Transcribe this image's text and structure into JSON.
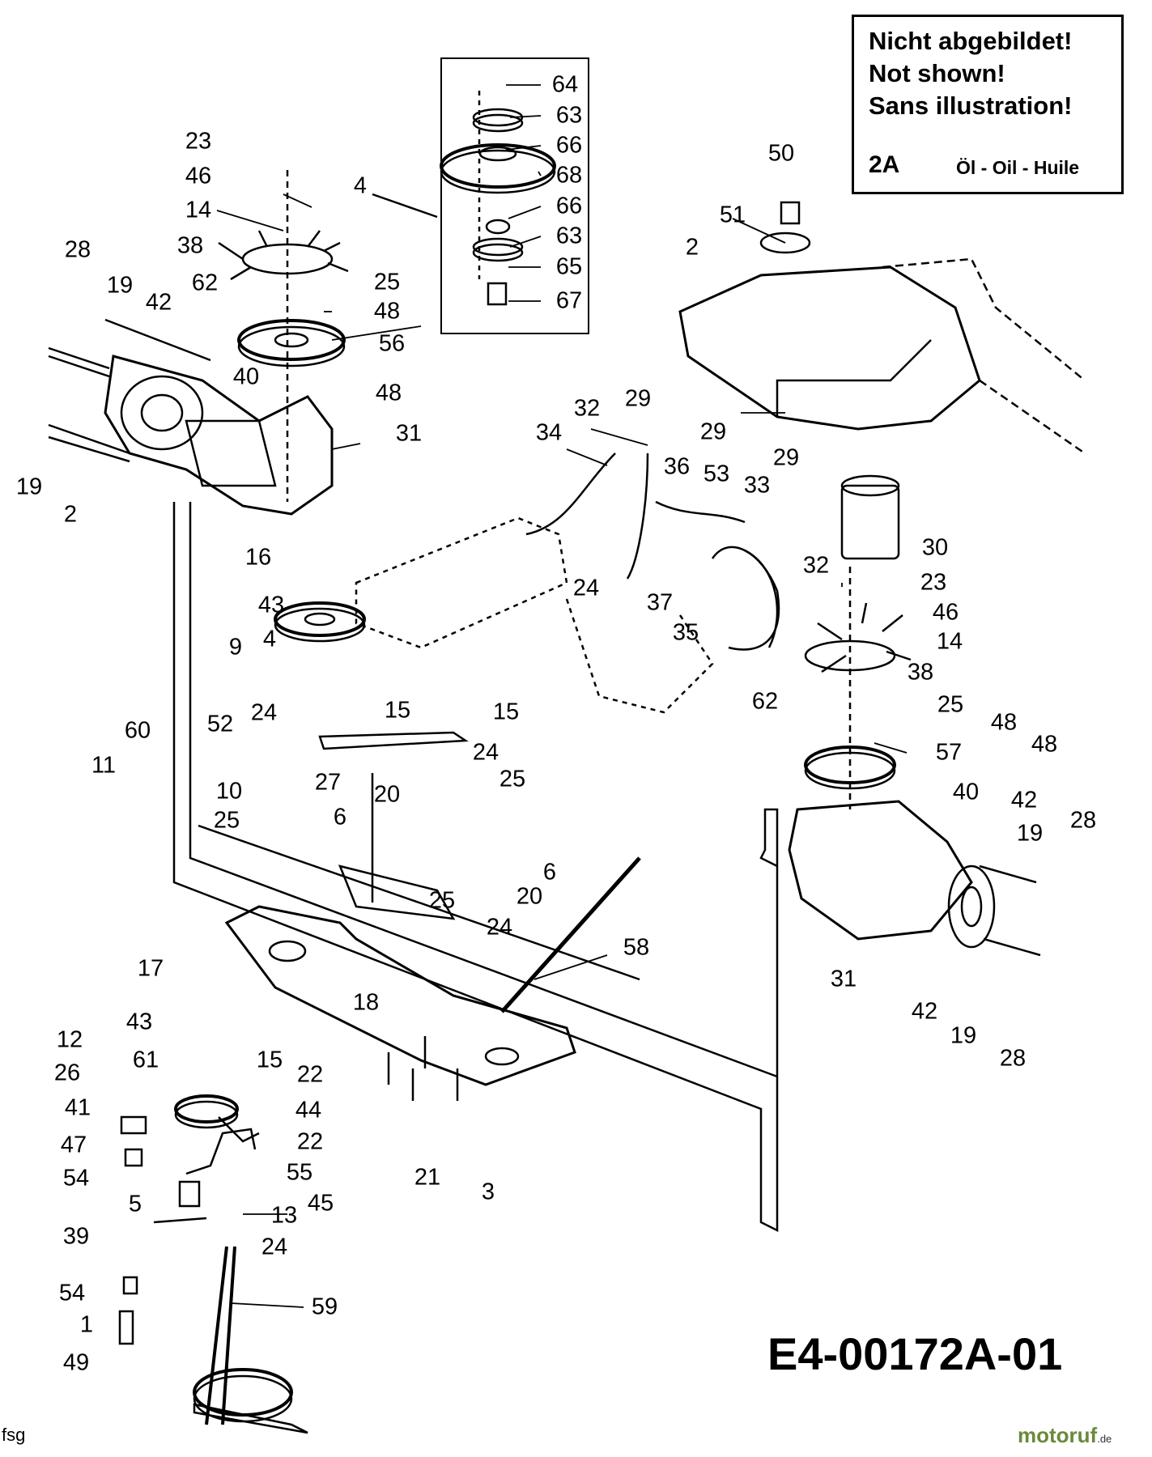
{
  "legend": {
    "line1": "Nicht abgebildet!",
    "line2": "Not shown!",
    "line3": "Sans illustration!",
    "code": "2A",
    "oil": "Öl - Oil - Huile"
  },
  "drawing_number": "E4-00172A-01",
  "artist_mark": "fsg",
  "site_mark": {
    "name": "motoruf",
    "tld": ".de"
  },
  "labels": {
    "c64": "64",
    "c63a": "63",
    "c66a": "66",
    "c68": "68",
    "c66b": "66",
    "c63b": "63",
    "c65": "65",
    "c67": "67",
    "l4a": "4",
    "l23a": "23",
    "l46a": "46",
    "l14a": "14",
    "l38a": "38",
    "l28a": "28",
    "l19a": "19",
    "l42a": "42",
    "l62a": "62",
    "l25a": "25",
    "l48a": "48",
    "l56": "56",
    "l40a": "40",
    "l48b": "48",
    "l31a": "31",
    "l19b": "19",
    "l2a": "2",
    "l50": "50",
    "l51": "51",
    "l2b": "2",
    "l32a": "32",
    "l29a": "29",
    "l29b": "29",
    "l34": "34",
    "l36": "36",
    "l53": "53",
    "l33": "33",
    "l29c": "29",
    "l30": "30",
    "l32b": "32",
    "l23b": "23",
    "l46b": "46",
    "l14b": "14",
    "l38b": "38",
    "l24a": "24",
    "l37": "37",
    "l35": "35",
    "l16": "16",
    "l43a": "43",
    "l4b": "4",
    "l9": "9",
    "l15a": "15",
    "l15b": "15",
    "l24b": "24",
    "l52": "52",
    "l60": "60",
    "l11": "11",
    "l27": "27",
    "l24c": "24",
    "l25b": "25",
    "l20a": "20",
    "l10": "10",
    "l25c": "25",
    "l6a": "6",
    "l6b": "6",
    "l20b": "20",
    "l25d": "25",
    "l62b": "62",
    "l25e": "25",
    "l48c": "48",
    "l57": "57",
    "l48d": "48",
    "l40b": "40",
    "l42b": "42",
    "l19c": "19",
    "l28b": "28",
    "l58": "58",
    "l24d": "24",
    "l18": "18",
    "l31b": "31",
    "l42c": "42",
    "l19d": "19",
    "l28c": "28",
    "l17": "17",
    "l43b": "43",
    "l15c": "15",
    "l12": "12",
    "l61": "61",
    "l26": "26",
    "l22a": "22",
    "l41": "41",
    "l44": "44",
    "l47": "47",
    "l22b": "22",
    "l54a": "54",
    "l55": "55",
    "l5": "5",
    "l45": "45",
    "l13": "13",
    "l39": "39",
    "l24e": "24",
    "l21": "21",
    "l3": "3",
    "l54b": "54",
    "l59": "59",
    "l1": "1",
    "l49": "49"
  }
}
